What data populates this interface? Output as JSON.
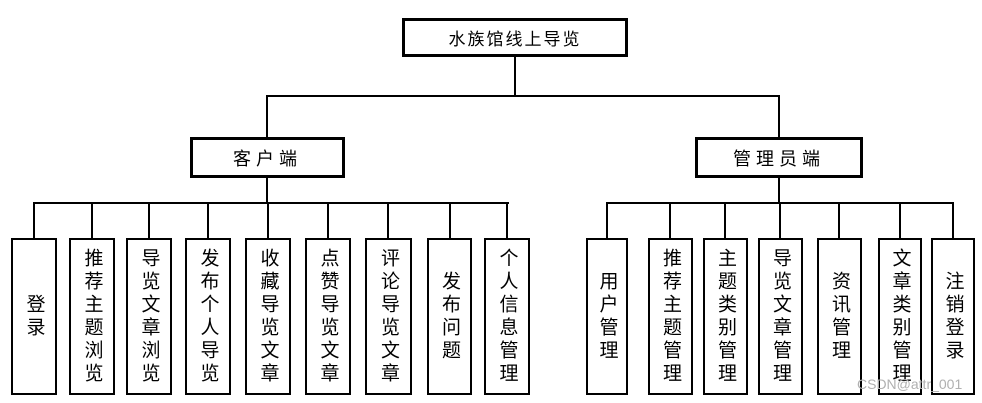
{
  "diagram": {
    "root_label": "水族馆线上导览",
    "branches": [
      {
        "label": "客户端",
        "children": [
          "登录",
          "推荐主题浏览",
          "导览文章浏览",
          "发布个人导览",
          "收藏导览文章",
          "点赞导览文章",
          "评论导览文章",
          "发布问题",
          "个人信息管理"
        ]
      },
      {
        "label": "管理员端",
        "children": [
          "用户管理",
          "推荐主题管理",
          "主题类别管理",
          "导览文章管理",
          "资讯管理",
          "文章类别管理",
          "注销登录"
        ]
      }
    ],
    "watermark": "CSDN@attr_001",
    "colors": {
      "line": "#000000",
      "box_background": "#ffffff",
      "text": "#000000",
      "watermark": "#b0b0b0"
    }
  }
}
